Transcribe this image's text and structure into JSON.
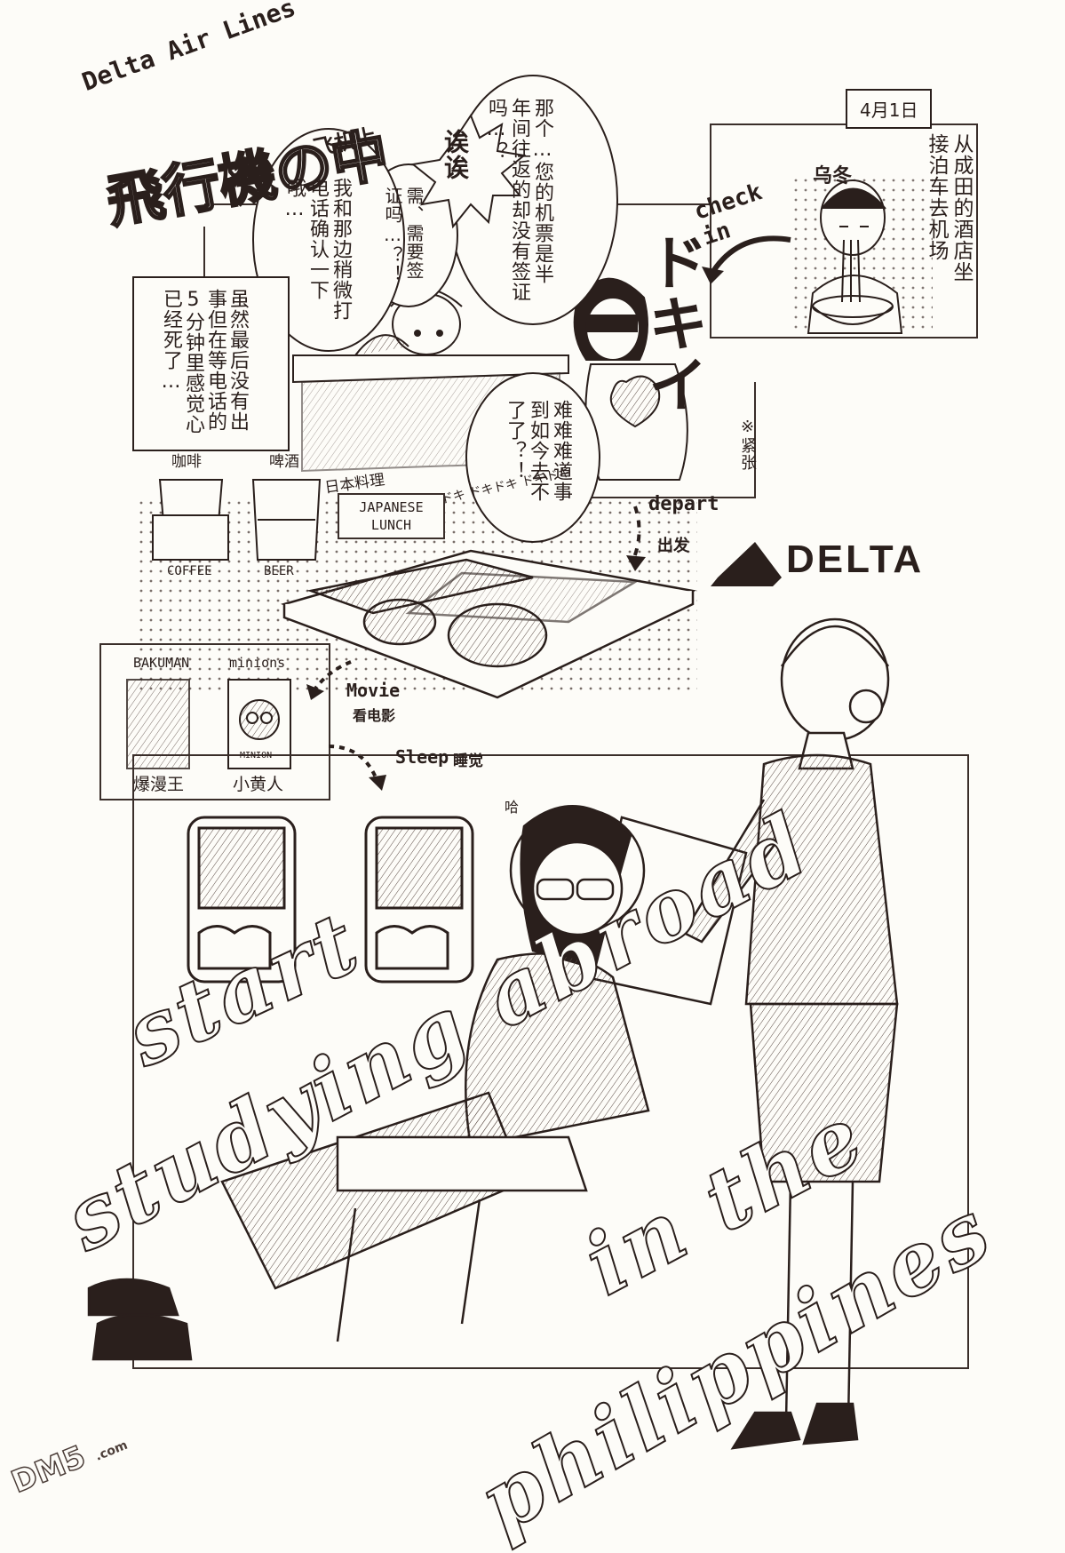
{
  "header": {
    "brand_small": "Delta Air Lines",
    "title_jp": "飛行機の中",
    "subtitle_cn": "飞机上",
    "date_tag": "4月1日"
  },
  "panels": {
    "hotel_note": "从成田的酒店坐接泊车去机场",
    "udon": "乌冬",
    "check_in": "check in",
    "doki_big": "ドキイ",
    "agent_question": "那个…您的机票是半年间往返的却没有签证吗…？",
    "eh_eh": "诶诶",
    "need_visa": "需、需要签证吗…？！",
    "call_confirm": "我和那边稍微打电话确认一下哦…",
    "summary": "虽然最后没有出事但在等电话的5分钟里感觉心已经死了…",
    "worry": "难难难道事到如今去不了了？！",
    "nervous": "※紧张",
    "doki_row": "ドキドキ ドキドキ ドキドキ"
  },
  "food": {
    "coffee_cn": "咖啡",
    "beer_cn": "啤酒",
    "coffee_en": "COFFEE",
    "beer_en": "BEER",
    "japanese_food_cn": "日本料理",
    "japanese_lunch_en": "JAPANESE LUNCH",
    "depart_en": "depart",
    "depart_cn": "出发",
    "airline_logo": "DELTA"
  },
  "movies": {
    "movie1_en": "BAKUMAN",
    "movie2_en": "minions",
    "movie1_cn": "爆漫王",
    "movie2_cn": "小黄人",
    "movie2_poster": "MINION",
    "movie_en": "Movie",
    "movie_cn": "看电影",
    "sleep_en": "Sleep",
    "sleep_cn": "睡觉"
  },
  "sleep_scene": {
    "sound": "哈"
  },
  "big_text": {
    "line1": "start",
    "line2": "studying abroad",
    "line3": "in the",
    "line4": "philippines"
  },
  "watermark": {
    "text": "DM5",
    "suffix": ".com"
  },
  "colors": {
    "ink": "#2a1f1c",
    "paper": "#fdfcf8"
  }
}
